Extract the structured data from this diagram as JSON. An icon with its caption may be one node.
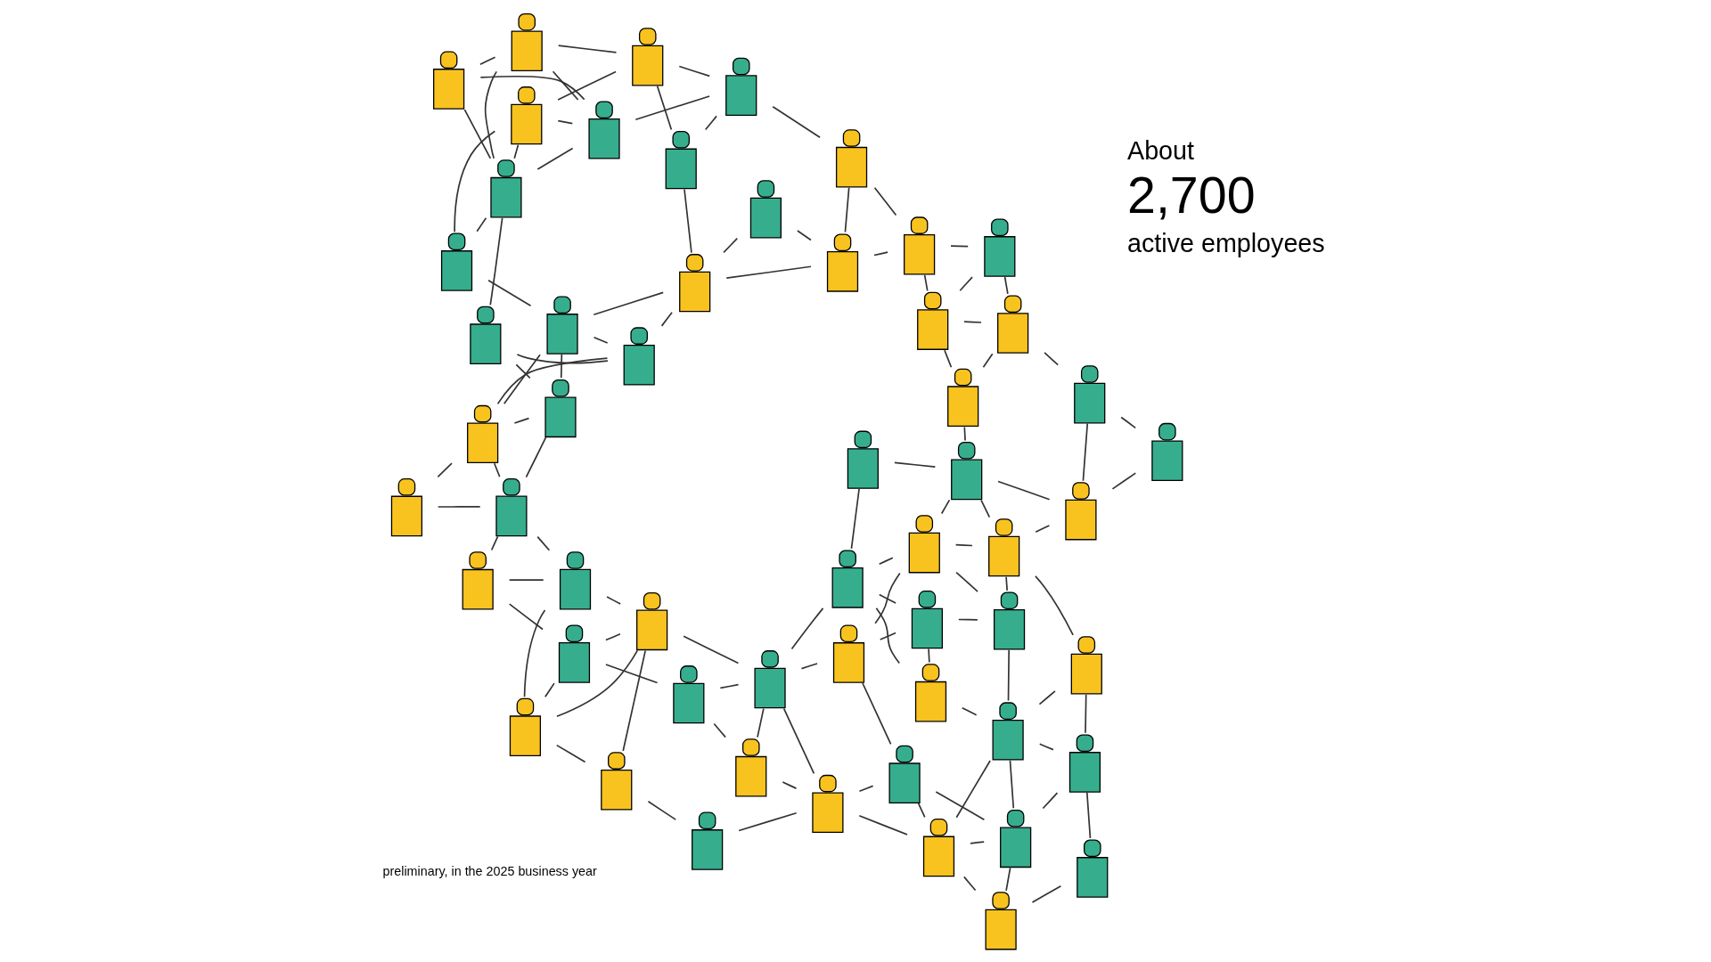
{
  "diagram": {
    "nodes": [
      {
        "text": [],
        "shape": "person"
      },
      {
        "text": [],
        "shape": "person"
      },
      {
        "text": [],
        "shape": "person"
      },
      {
        "text": [],
        "shape": "person"
      },
      {
        "text": [],
        "shape": "person"
      },
      {
        "text": [],
        "shape": "person"
      },
      {
        "text": [],
        "shape": "person"
      },
      {
        "text": [],
        "shape": "person"
      },
      {
        "text": [],
        "shape": "person"
      },
      {
        "text": [],
        "shape": "person"
      },
      {
        "text": [],
        "shape": "person"
      },
      {
        "text": [],
        "shape": "person"
      },
      {
        "text": [],
        "shape": "person"
      },
      {
        "text": [],
        "shape": "person"
      },
      {
        "text": [],
        "shape": "person"
      },
      {
        "text": [],
        "shape": "person"
      },
      {
        "text": [],
        "shape": "person"
      },
      {
        "text": [],
        "shape": "person"
      },
      {
        "text": [],
        "shape": "person"
      },
      {
        "text": [],
        "shape": "person"
      },
      {
        "text": [],
        "shape": "person"
      },
      {
        "text": [],
        "shape": "person"
      },
      {
        "text": [],
        "shape": "person"
      },
      {
        "text": [],
        "shape": "person"
      },
      {
        "text": [],
        "shape": "person"
      },
      {
        "text": [],
        "shape": "person"
      },
      {
        "text": [],
        "shape": "person"
      },
      {
        "text": [],
        "shape": "person"
      },
      {
        "text": [],
        "shape": "person"
      },
      {
        "text": [],
        "shape": "person"
      },
      {
        "text": [],
        "shape": "person"
      },
      {
        "text": [],
        "shape": "person"
      },
      {
        "text": [],
        "shape": "person"
      },
      {
        "text": [],
        "shape": "person"
      },
      {
        "text": [],
        "shape": "person"
      },
      {
        "text": [],
        "shape": "person"
      },
      {
        "text": [],
        "shape": "person"
      },
      {
        "text": [],
        "shape": "person"
      },
      {
        "text": [],
        "shape": "person"
      },
      {
        "text": [],
        "shape": "person"
      },
      {
        "text": [],
        "shape": "person"
      },
      {
        "text": [],
        "shape": "person"
      },
      {
        "text": [],
        "shape": "person"
      },
      {
        "text": [],
        "shape": "person"
      },
      {
        "text": [],
        "shape": "person"
      },
      {
        "text": [],
        "shape": "person"
      },
      {
        "text": [],
        "shape": "person"
      },
      {
        "text": [],
        "shape": "person"
      },
      {
        "text": [],
        "shape": "person"
      },
      {
        "text": [],
        "shape": "person"
      },
      {
        "text": [],
        "shape": "person"
      },
      {
        "text": [],
        "shape": "person"
      },
      {
        "text": [],
        "shape": "person"
      },
      {
        "text": [],
        "shape": "person"
      },
      {
        "text": [],
        "shape": "person"
      },
      {
        "text": [],
        "shape": "person"
      }
    ],
    "edges": [
      {
        "from": 0,
        "to": 2,
        "arrow": "none"
      },
      {
        "from": 0,
        "to": 1,
        "arrow": "none"
      },
      {
        "from": 1,
        "to": 6,
        "arrow": "none"
      },
      {
        "from": 6,
        "to": 10,
        "arrow": "none"
      },
      {
        "from": 0,
        "to": 7,
        "arrow": "none"
      },
      {
        "from": 2,
        "to": 8,
        "arrow": "none"
      },
      {
        "from": 2,
        "to": 3,
        "arrow": "none"
      },
      {
        "from": 3,
        "to": 7,
        "arrow": "none"
      },
      {
        "from": 2,
        "to": 7,
        "arrow": "none"
      },
      {
        "from": 3,
        "to": 4,
        "arrow": "none"
      },
      {
        "from": 4,
        "to": 5,
        "arrow": "none"
      },
      {
        "from": 7,
        "to": 43,
        "arrow": "none"
      },
      {
        "from": 5,
        "to": 6,
        "arrow": "none"
      },
      {
        "from": 5,
        "to": 43,
        "arrow": "none"
      },
      {
        "from": 6,
        "to": 43,
        "arrow": "none"
      },
      {
        "from": 6,
        "to": 9,
        "arrow": "none"
      },
      {
        "from": 4,
        "to": 43,
        "arrow": "none"
      },
      {
        "from": 8,
        "to": 15,
        "arrow": "none"
      },
      {
        "from": 8,
        "to": 21,
        "arrow": "none"
      },
      {
        "from": 8,
        "to": 7,
        "arrow": "none"
      },
      {
        "from": 3,
        "to": 21,
        "arrow": "none"
      },
      {
        "from": 9,
        "to": 10,
        "arrow": "none"
      },
      {
        "from": 9,
        "to": 44,
        "arrow": "none"
      },
      {
        "from": 9,
        "to": 12,
        "arrow": "none"
      },
      {
        "from": 10,
        "to": 11,
        "arrow": "none"
      },
      {
        "from": 10,
        "to": 12,
        "arrow": "none"
      },
      {
        "from": 10,
        "to": 47,
        "arrow": "none"
      },
      {
        "from": 11,
        "to": 12,
        "arrow": "none"
      },
      {
        "from": 11,
        "to": 49,
        "arrow": "none"
      },
      {
        "from": 12,
        "to": 47,
        "arrow": "none"
      },
      {
        "from": 12,
        "to": 48,
        "arrow": "none"
      },
      {
        "from": 48,
        "to": 49,
        "arrow": "none"
      },
      {
        "from": 43,
        "to": 44,
        "arrow": "none"
      },
      {
        "from": 43,
        "to": 50,
        "arrow": "none"
      },
      {
        "from": 44,
        "to": 45,
        "arrow": "none"
      },
      {
        "from": 45,
        "to": 46,
        "arrow": "none"
      },
      {
        "from": 45,
        "to": 50,
        "arrow": "none"
      },
      {
        "from": 46,
        "to": 47,
        "arrow": "none"
      },
      {
        "from": 46,
        "to": 50,
        "arrow": "none"
      },
      {
        "from": 47,
        "to": 54,
        "arrow": "none"
      },
      {
        "from": 47,
        "to": 52,
        "arrow": "none"
      },
      {
        "from": 47,
        "to": 48,
        "arrow": "none"
      },
      {
        "from": 48,
        "to": 54,
        "arrow": "none"
      },
      {
        "from": 45,
        "to": 52,
        "arrow": "none"
      },
      {
        "from": 44,
        "to": 53,
        "arrow": "none"
      },
      {
        "from": 50,
        "to": 51,
        "arrow": "none"
      },
      {
        "from": 50,
        "to": 53,
        "arrow": "none"
      },
      {
        "from": 51,
        "to": 41,
        "arrow": "none"
      },
      {
        "from": 52,
        "to": 53,
        "arrow": "none"
      },
      {
        "from": 53,
        "to": 55,
        "arrow": "none"
      },
      {
        "from": 54,
        "to": 55,
        "arrow": "none"
      },
      {
        "from": 52,
        "to": 55,
        "arrow": "none"
      },
      {
        "from": 55,
        "to": 41,
        "arrow": "none"
      },
      {
        "from": 55,
        "to": 42,
        "arrow": "none"
      },
      {
        "from": 41,
        "to": 42,
        "arrow": "none"
      },
      {
        "from": 41,
        "to": 38,
        "arrow": "none"
      },
      {
        "from": 41,
        "to": 53,
        "arrow": "none"
      },
      {
        "from": 42,
        "to": 39,
        "arrow": "none"
      },
      {
        "from": 42,
        "to": 40,
        "arrow": "none"
      },
      {
        "from": 38,
        "to": 36,
        "arrow": "none"
      },
      {
        "from": 38,
        "to": 37,
        "arrow": "none"
      },
      {
        "from": 39,
        "to": 37,
        "arrow": "none"
      },
      {
        "from": 39,
        "to": 40,
        "arrow": "none"
      },
      {
        "from": 37,
        "to": 36,
        "arrow": "none"
      },
      {
        "from": 36,
        "to": 34,
        "arrow": "none"
      },
      {
        "from": 36,
        "to": 35,
        "arrow": "none"
      },
      {
        "from": 35,
        "to": 34,
        "arrow": "none"
      },
      {
        "from": 35,
        "to": 37,
        "arrow": "none"
      },
      {
        "from": 34,
        "to": 32,
        "arrow": "none"
      },
      {
        "from": 34,
        "to": 27,
        "arrow": "none"
      },
      {
        "from": 13,
        "to": 16,
        "arrow": "none"
      },
      {
        "from": 13,
        "to": 14,
        "arrow": "none"
      },
      {
        "from": 13,
        "to": 15,
        "arrow": "none"
      },
      {
        "from": 14,
        "to": 15,
        "arrow": "none"
      },
      {
        "from": 14,
        "to": 17,
        "arrow": "none"
      },
      {
        "from": 14,
        "to": 18,
        "arrow": "none"
      },
      {
        "from": 14,
        "to": 19,
        "arrow": "none"
      },
      {
        "from": 15,
        "to": 21,
        "arrow": "none"
      },
      {
        "from": 15,
        "to": 19,
        "arrow": "none"
      },
      {
        "from": 13,
        "to": 18,
        "arrow": "none"
      },
      {
        "from": 16,
        "to": 17,
        "arrow": "none"
      },
      {
        "from": 16,
        "to": 23,
        "arrow": "none"
      },
      {
        "from": 17,
        "to": 18,
        "arrow": "none"
      },
      {
        "from": 17,
        "to": 20,
        "arrow": "none"
      },
      {
        "from": 18,
        "to": 20,
        "arrow": "none"
      },
      {
        "from": 18,
        "to": 25,
        "arrow": "none"
      },
      {
        "from": 20,
        "to": 22,
        "arrow": "none"
      },
      {
        "from": 20,
        "to": 26,
        "arrow": "none"
      },
      {
        "from": 20,
        "to": 27,
        "arrow": "none"
      },
      {
        "from": 27,
        "to": 22,
        "arrow": "none"
      },
      {
        "from": 27,
        "to": 32,
        "arrow": "none"
      },
      {
        "from": 23,
        "to": 24,
        "arrow": "none"
      },
      {
        "from": 23,
        "to": 25,
        "arrow": "none"
      },
      {
        "from": 23,
        "to": 29,
        "arrow": "none"
      },
      {
        "from": 23,
        "to": 30,
        "arrow": "none"
      },
      {
        "from": 23,
        "to": 33,
        "arrow": "none"
      },
      {
        "from": 24,
        "to": 25,
        "arrow": "none"
      },
      {
        "from": 24,
        "to": 28,
        "arrow": "none"
      },
      {
        "from": 24,
        "to": 30,
        "arrow": "none"
      },
      {
        "from": 26,
        "to": 28,
        "arrow": "none"
      },
      {
        "from": 26,
        "to": 31,
        "arrow": "none"
      },
      {
        "from": 28,
        "to": 31,
        "arrow": "none"
      },
      {
        "from": 29,
        "to": 30,
        "arrow": "none"
      },
      {
        "from": 29,
        "to": 33,
        "arrow": "none"
      },
      {
        "from": 30,
        "to": 31,
        "arrow": "none"
      },
      {
        "from": 30,
        "to": 33,
        "arrow": "none"
      },
      {
        "from": 31,
        "to": 32,
        "arrow": "none"
      },
      {
        "from": 28,
        "to": 29,
        "arrow": "none"
      }
    ],
    "labels": [
      "About",
      "2,700",
      "active employees",
      "preliminary, in the 2025 business year"
    ]
  }
}
